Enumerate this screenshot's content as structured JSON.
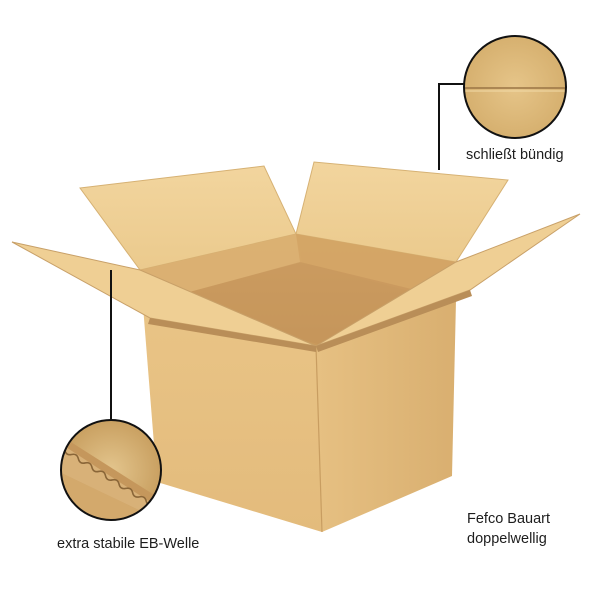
{
  "image": {
    "subject": "open-cardboard-box",
    "background_color": "#ffffff",
    "box_colors": {
      "light": "#efcf94",
      "mid": "#e3bb7c",
      "dark": "#c99a5c",
      "edge": "#b98e58"
    },
    "callout_line_color": "#111111"
  },
  "callouts": {
    "closes_flush": "schließt bündig",
    "wave": "extra stabile EB-Welle",
    "fefco_line1": "Fefco Bauart",
    "fefco_line2": "doppelwellig"
  }
}
